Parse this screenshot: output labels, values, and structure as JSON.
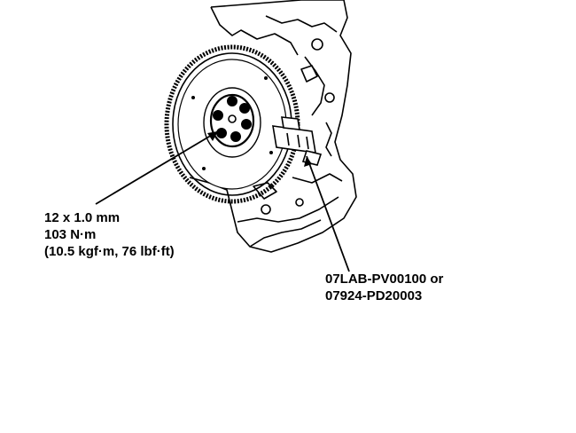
{
  "torque_spec": {
    "bolt_size": "12 x 1.0 mm",
    "torque_nm": "103 N·m",
    "torque_alt": "(10.5 kgf·m, 76 lbf·ft)"
  },
  "tool_spec": {
    "part_number_1": "07LAB-PV00100 or",
    "part_number_2": "07924-PD20003"
  },
  "colors": {
    "line": "#000000",
    "background": "#ffffff"
  }
}
